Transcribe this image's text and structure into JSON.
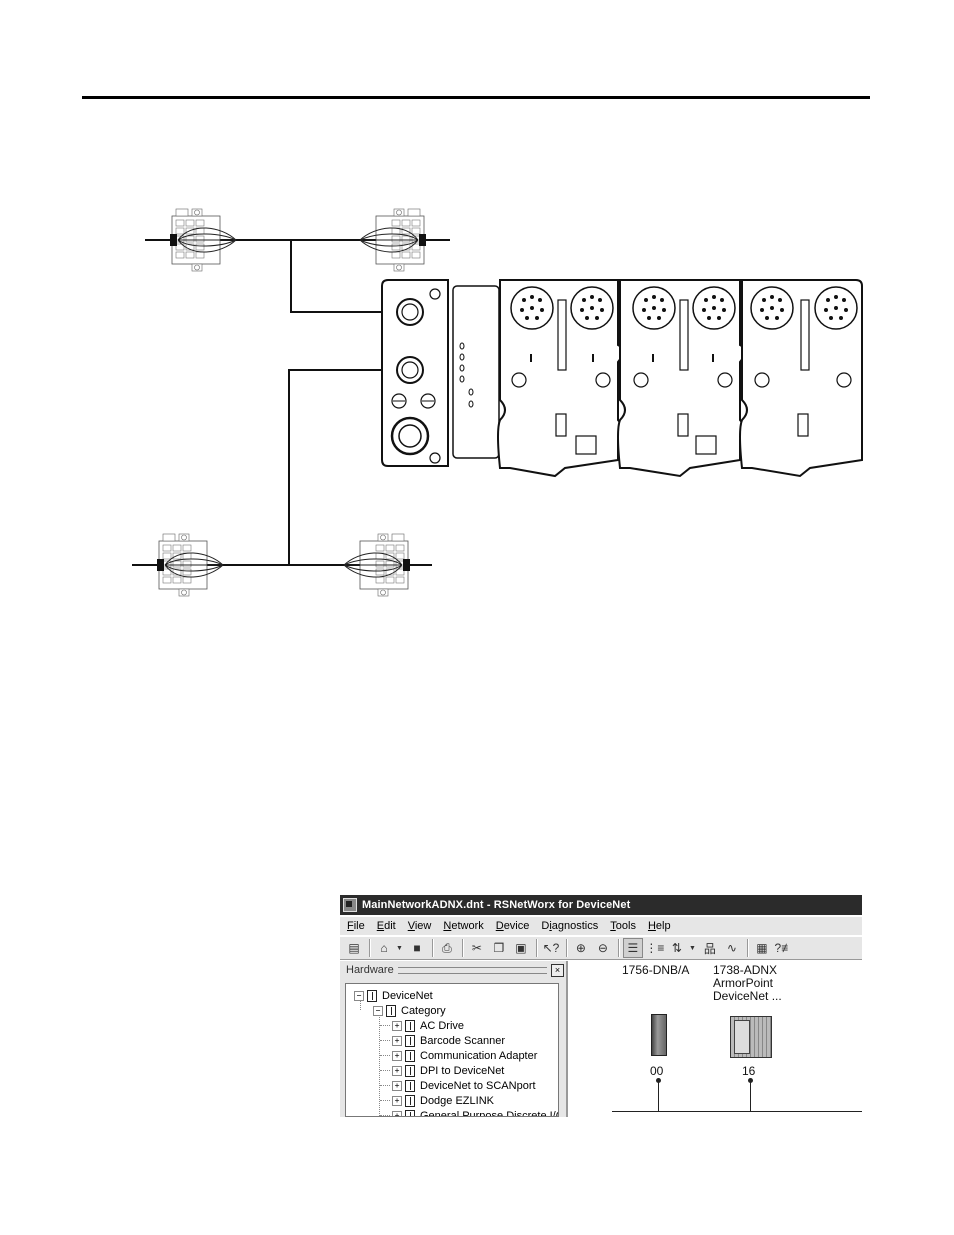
{
  "window": {
    "title": "MainNetworkADNX.dnt - RSNetWorx for DeviceNet",
    "menu": [
      "File",
      "Edit",
      "View",
      "Network",
      "Device",
      "Diagnostics",
      "Tools",
      "Help"
    ],
    "menu_underline": [
      "F",
      "E",
      "V",
      "N",
      "D",
      "i",
      "T",
      "H"
    ],
    "toolbar_icons": [
      "new-icon",
      "open-icon",
      "save-icon",
      "print-icon",
      "cut-icon",
      "copy-icon",
      "paste-icon",
      "whats-this-icon",
      "zoom-in-icon",
      "zoom-out-icon",
      "list-view-icon",
      "tree-view-icon",
      "upload-icon",
      "network-icon",
      "signal-icon",
      "properties-icon",
      "config-icon"
    ]
  },
  "hardware_panel": {
    "title": "Hardware",
    "close": "×",
    "tree": [
      {
        "label": "DeviceNet",
        "level": 0,
        "toggle": "−"
      },
      {
        "label": "Category",
        "level": 1,
        "toggle": "−"
      },
      {
        "label": "AC Drive",
        "level": 2,
        "toggle": "+"
      },
      {
        "label": "Barcode Scanner",
        "level": 2,
        "toggle": "+"
      },
      {
        "label": "Communication Adapter",
        "level": 2,
        "toggle": "+"
      },
      {
        "label": "DPI to DeviceNet",
        "level": 2,
        "toggle": "+"
      },
      {
        "label": "DeviceNet to SCANport",
        "level": 2,
        "toggle": "+"
      },
      {
        "label": "Dodge EZLINK",
        "level": 2,
        "toggle": "+"
      },
      {
        "label": "General Purpose Discrete I/O",
        "level": 2,
        "toggle": "+"
      }
    ]
  },
  "network_view": {
    "devices": [
      {
        "label_lines": [
          "1756-DNB/A"
        ],
        "address": "00",
        "icon": "scanner-module-icon"
      },
      {
        "label_lines": [
          "1738-ADNX",
          "ArmorPoint",
          "DeviceNet ..."
        ],
        "address": "16",
        "icon": "armorpoint-adapter-icon"
      }
    ]
  },
  "diagram": {
    "connectors": [
      "devicenet-tap-connector-icon"
    ],
    "module": "armorpoint-adnx-module-icon"
  }
}
